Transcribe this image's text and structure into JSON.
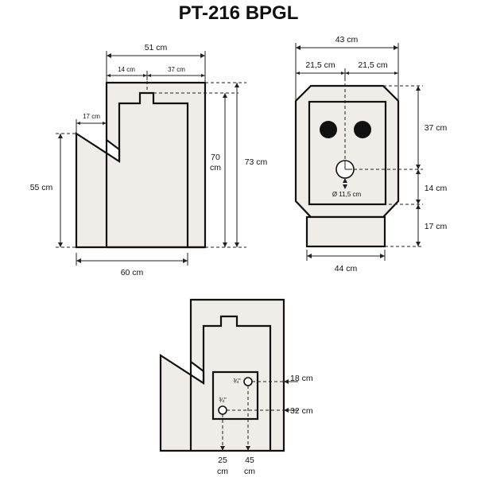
{
  "title": "PT-216 BPGL",
  "side_view": {
    "width_top": "51 cm",
    "seg_left": "14 cm",
    "seg_right": "37 cm",
    "step_depth": "17 cm",
    "height_front": "55 cm",
    "height_body": "70 cm",
    "height_total": "73 cm",
    "base_width": "60 cm"
  },
  "front_view": {
    "width_top": "43 cm",
    "half_left": "21,5 cm",
    "half_right": "21,5 cm",
    "height_upper": "37 cm",
    "height_middle": "14 cm",
    "height_lower": "17 cm",
    "flue_diameter": "Ø 11,5 cm",
    "base_width": "44 cm"
  },
  "connection_view": {
    "pipe_size_1": "¾\"",
    "pipe_size_2": "¾\"",
    "height_1": "18 cm",
    "height_2": "32 cm",
    "offset_1_value": "25",
    "offset_1_unit": "cm",
    "offset_2_value": "45",
    "offset_2_unit": "cm"
  }
}
